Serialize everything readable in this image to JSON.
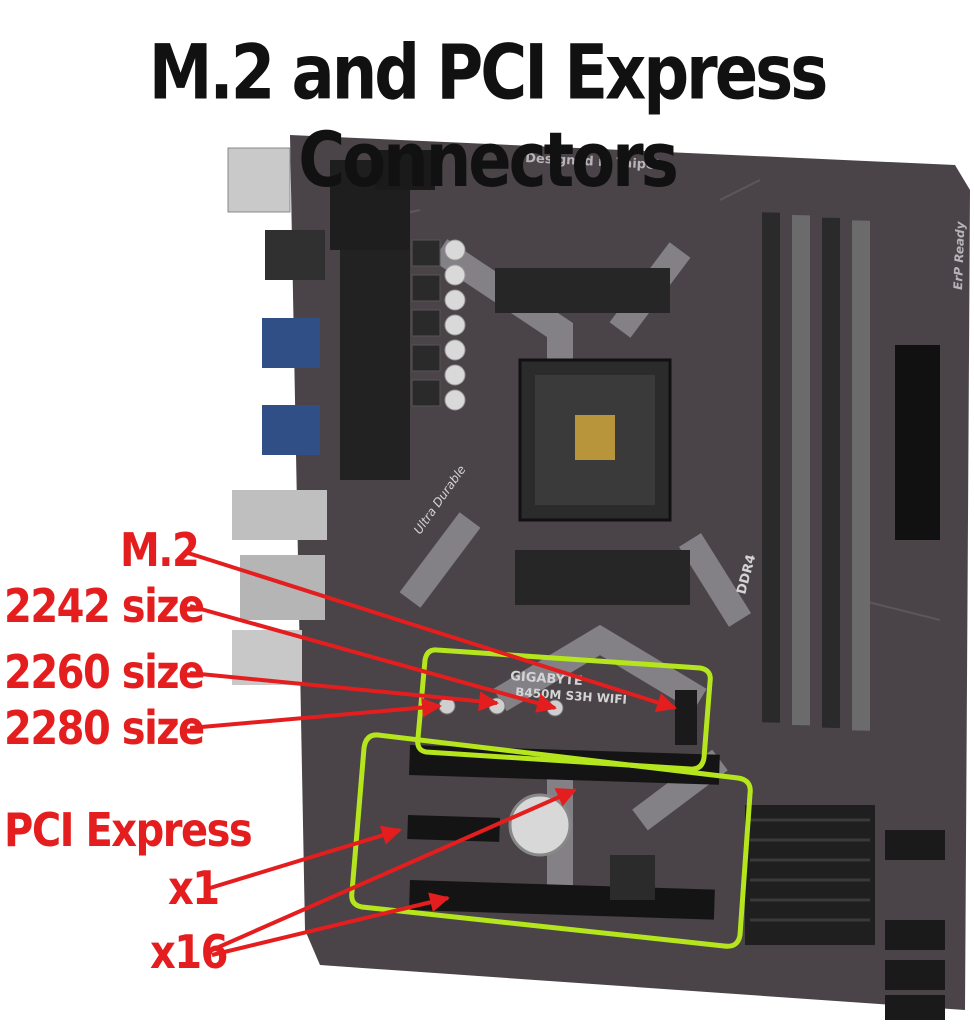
{
  "title": "M.2 and PCI Express Connectors",
  "board": {
    "silk_designed": "Designed in Taipei",
    "silk_brand": "GIGABYTE",
    "silk_model": "B450M S3H WIFI",
    "silk_durable": "Ultra Durable",
    "silk_erp": "ErP Ready",
    "silk_ddr4": "DDR4"
  },
  "labels": {
    "m2": "M.2",
    "size_2242": "2242 size",
    "size_2260": "2260 size",
    "size_2280": "2280 size",
    "pcie": "PCI Express",
    "x1": "x1",
    "x16": "x16"
  },
  "colors": {
    "annotation_red": "#e41e1e",
    "highlight_green": "#b5e61d",
    "pcb": "#4a4347",
    "pcb_pattern": "#8e8c92"
  }
}
